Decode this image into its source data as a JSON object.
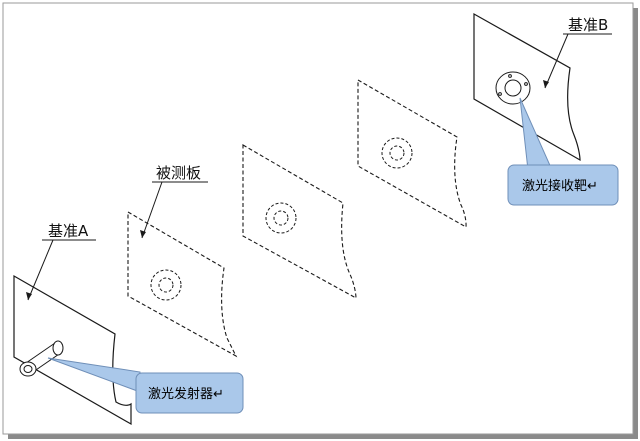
{
  "labels": {
    "datum_a": "基准A",
    "datum_b": "基准B",
    "measured_plate": "被测板"
  },
  "callouts": {
    "laser_emitter": "激光发射器↵",
    "laser_target": "激光接收靶↵"
  },
  "colors": {
    "line": "#1a1a1a",
    "callout_fill": "#aac8ea",
    "callout_stroke": "#6f8fb8",
    "frame_shadow": "#8a8a8a"
  }
}
